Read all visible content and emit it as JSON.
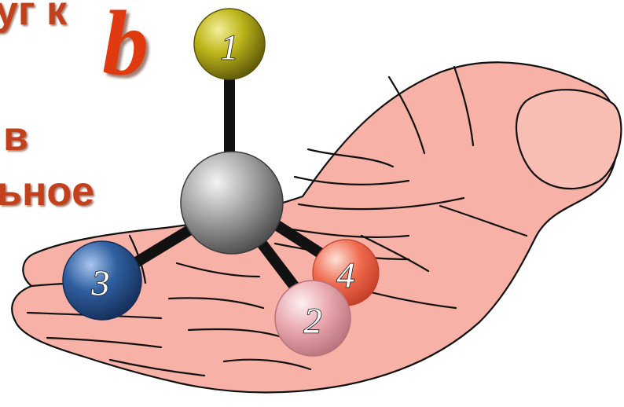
{
  "fragments": [
    "уг к",
    "в",
    "ьное"
  ],
  "letter": "b",
  "atoms": [
    {
      "label": "1",
      "color": "#bdb51a"
    },
    {
      "label": "2",
      "color": "#e8a6ad"
    },
    {
      "label": "3",
      "color": "#2f5fa0"
    },
    {
      "label": "4",
      "color": "#f06a4e"
    }
  ],
  "colors": {
    "text": "#c2411c",
    "letter": "#e03a10",
    "hand": "#f7b1a6",
    "hand_outline": "#111111",
    "central_atom": "#8c8c8c",
    "bond": "#111111"
  }
}
